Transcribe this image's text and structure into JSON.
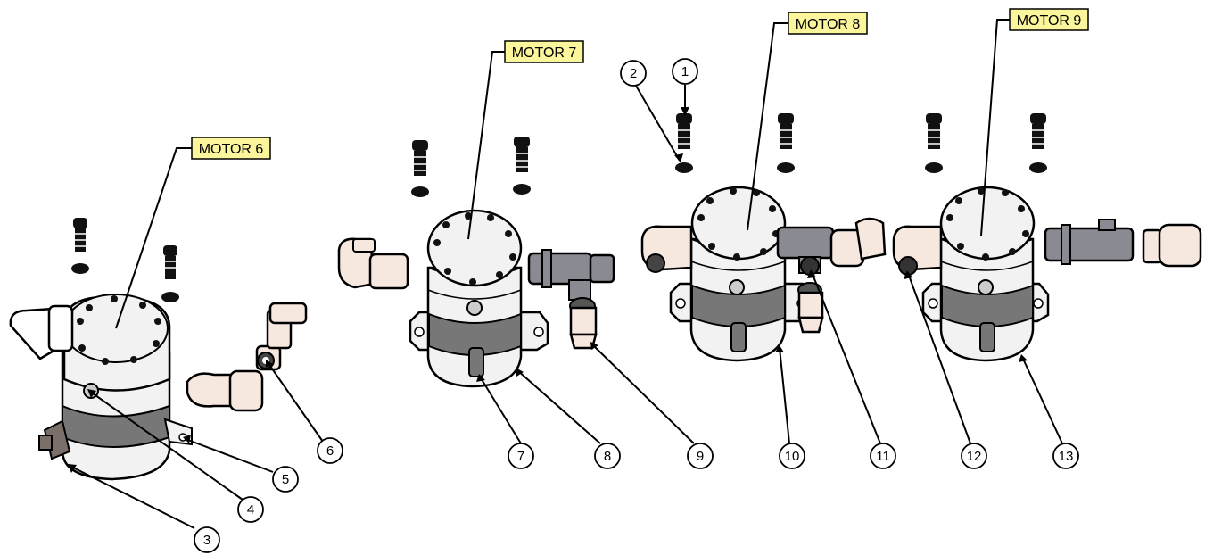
{
  "diagram": {
    "motor_labels": [
      {
        "id": "motor-6",
        "text": "MOTOR 6"
      },
      {
        "id": "motor-7",
        "text": "MOTOR 7"
      },
      {
        "id": "motor-8",
        "text": "MOTOR 8"
      },
      {
        "id": "motor-9",
        "text": "MOTOR 9"
      }
    ],
    "callouts": [
      "1",
      "2",
      "3",
      "4",
      "5",
      "6",
      "7",
      "8",
      "9",
      "10",
      "11",
      "12",
      "13"
    ],
    "colors": {
      "label_fill": "#fbf59b",
      "body_fill": "#f2f2f2",
      "band_fill": "#777777",
      "fitting_fill": "#f6e8df",
      "tee_fill": "#8a8a92",
      "outline": "#000000"
    }
  }
}
